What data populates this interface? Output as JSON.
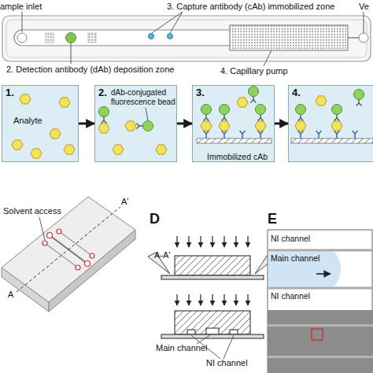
{
  "diagram": {
    "nodes": [
      {
        "text": [
          "1.",
          "Analyte"
        ]
      },
      {
        "text": [
          "2.",
          "dAb-conjugated fluorescence bead"
        ]
      },
      {
        "text": [
          "3.",
          "Immobilized cAb"
        ]
      },
      {
        "text": [
          "4."
        ]
      }
    ],
    "edges": [
      {
        "from": 0,
        "to": 1,
        "arrow": "to"
      },
      {
        "from": 1,
        "to": 2,
        "arrow": "to"
      },
      {
        "from": 2,
        "to": 3,
        "arrow": "to"
      }
    ],
    "labels": [
      "ample inlet",
      "3. Capture antibody (cAb) immobilized zone",
      "Ve",
      "2. Detection antibody (dAb) deposition zone",
      "4. Capillary pump",
      "Solvent access",
      "A'",
      "A",
      "D",
      "A-A'",
      "Main channel",
      "NI channel",
      "E",
      "NI channel",
      "Main channel",
      "NI channel"
    ]
  }
}
